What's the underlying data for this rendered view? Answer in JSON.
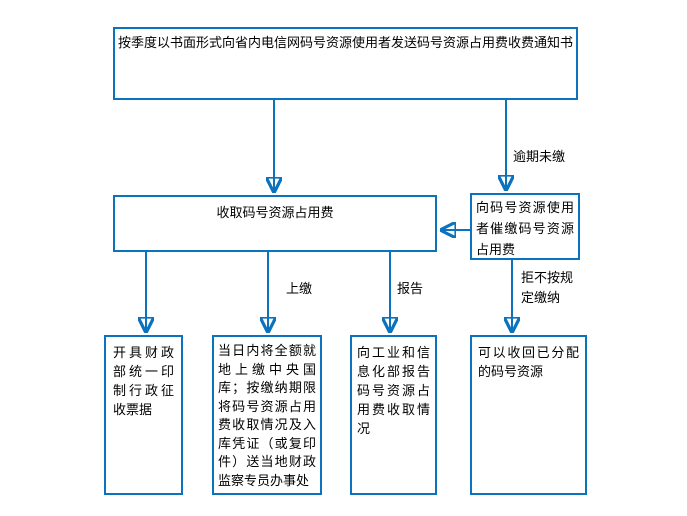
{
  "diagram": {
    "background": "#ffffff",
    "accent_color": "#0b72be",
    "text_color": "#000000",
    "nodes": {
      "notice": "按季度以书面形式向省内电信网码号资源使用者发送码号资源占用费收费通知书",
      "collect": "收取码号资源占用费",
      "urge": "向码号资源使用者催缴码号资源占用费",
      "receipt": "开具财政部统一印制行政征收票据",
      "treasury": "当日内将全额就地上缴中央国库；按缴纳期限将码号资源占用费收取情况及入库凭证（或复印件）送当地财政监察专员办事处",
      "report": "向工业和信息化部报告码号资源占用费收取情况",
      "reclaim": "可以收回已分配的码号资源"
    },
    "edge_labels": {
      "overdue": "逾期未缴",
      "pay": "上缴",
      "report": "报告",
      "refuse": "拒不按规\n定缴纳"
    }
  }
}
